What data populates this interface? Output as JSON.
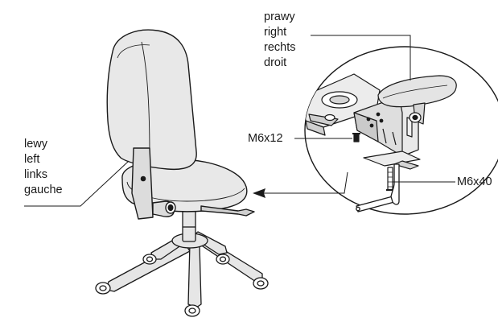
{
  "labels": {
    "right_side": [
      "prawy",
      "right",
      "rechts",
      "droit"
    ],
    "left_side": [
      "lewy",
      "left",
      "links",
      "gauche"
    ],
    "screw_small": "M6x12",
    "screw_large": "M6x40"
  },
  "colors": {
    "chair_fill": "#e8e8e8",
    "outline": "#1a1a1a",
    "metal": "#d9d9d9",
    "background": "#ffffff"
  }
}
